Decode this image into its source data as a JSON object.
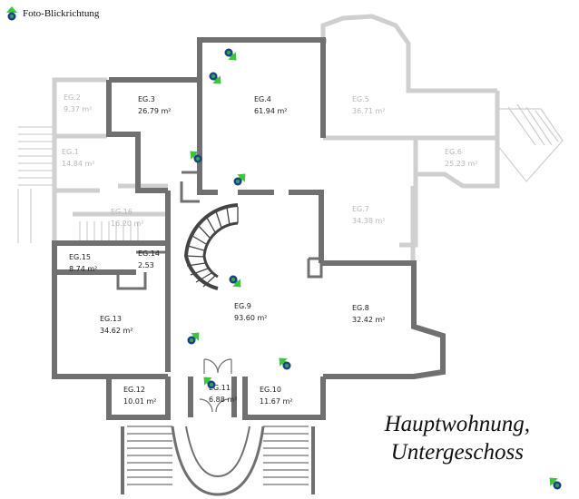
{
  "legend": {
    "label": "Foto-Blickrichtung",
    "icon": "camera-direction-icon"
  },
  "caption": {
    "line1": "Hauptwohnung,",
    "line2": "Untergeschoss"
  },
  "colors": {
    "wall": "#707070",
    "faded_wall": "#cfcfcf",
    "marker_arrow": "#3ec43e",
    "marker_dot": "#1c3f8a"
  },
  "rooms": [
    {
      "id": "eg2",
      "name": "EG.2",
      "area": "9.37 m²",
      "faded": true
    },
    {
      "id": "eg1",
      "name": "EG.1",
      "area": "14.84 m²",
      "faded": true
    },
    {
      "id": "eg3",
      "name": "EG.3",
      "area": "26.79 m²",
      "faded": false
    },
    {
      "id": "eg4",
      "name": "EG.4",
      "area": "61.94 m²",
      "faded": false
    },
    {
      "id": "eg5",
      "name": "EG.5",
      "area": "36.71 m²",
      "faded": true
    },
    {
      "id": "eg6",
      "name": "EG.6",
      "area": "25.23 m²",
      "faded": true
    },
    {
      "id": "eg7",
      "name": "EG.7",
      "area": "34.38 m²",
      "faded": true
    },
    {
      "id": "eg16",
      "name": "EG.16",
      "area": "16.20 m²",
      "faded": true
    },
    {
      "id": "eg15",
      "name": "EG.15",
      "area": "8.74 m²",
      "faded": false
    },
    {
      "id": "eg14",
      "name": "EG.14",
      "area": "2.53",
      "faded": false
    },
    {
      "id": "eg13",
      "name": "EG.13",
      "area": "34.62 m²",
      "faded": false
    },
    {
      "id": "eg9",
      "name": "EG.9",
      "area": "93.60 m²",
      "faded": false
    },
    {
      "id": "eg8",
      "name": "EG.8",
      "area": "32.42 m²",
      "faded": false
    },
    {
      "id": "eg12",
      "name": "EG.12",
      "area": "10.01 m²",
      "faded": false
    },
    {
      "id": "eg11",
      "name": "EG.11",
      "area": "6.88 m²",
      "faded": false
    },
    {
      "id": "eg10",
      "name": "EG.10",
      "area": "11.67 m²",
      "faded": false
    }
  ],
  "photo_markers": [
    {
      "id": "m-eg4-top",
      "direction": "down-right"
    },
    {
      "id": "m-eg4-left",
      "direction": "down-right"
    },
    {
      "id": "m-eg3-door",
      "direction": "up-left"
    },
    {
      "id": "m-stair-top",
      "direction": "up-right"
    },
    {
      "id": "m-eg9-center",
      "direction": "down-right"
    },
    {
      "id": "m-eg9-left",
      "direction": "up-right"
    },
    {
      "id": "m-eg9-bottom",
      "direction": "up-left"
    },
    {
      "id": "m-eg11",
      "direction": "up-left"
    },
    {
      "id": "m-corner",
      "direction": "up-left"
    }
  ]
}
